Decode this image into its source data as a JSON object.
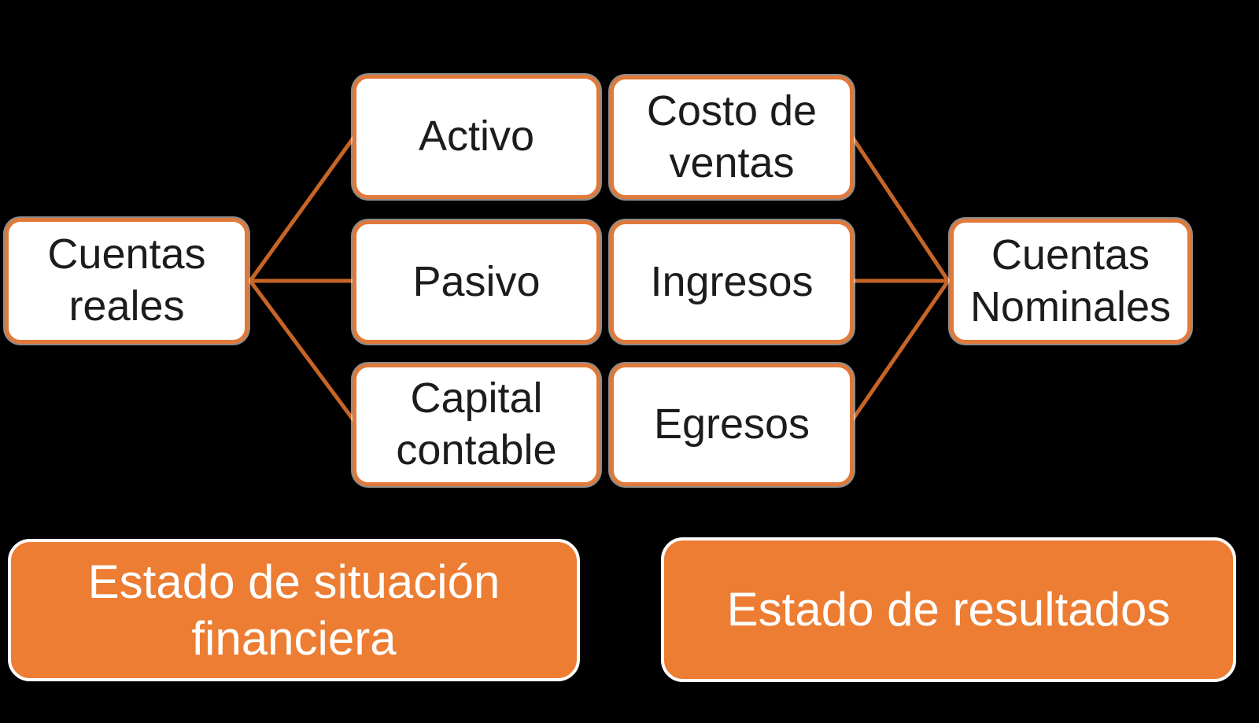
{
  "colors": {
    "background": "#000000",
    "node_fill": "#ffffff",
    "node_border_orange": "#e0793a",
    "node_text": "#1c1c1c",
    "connector_orange": "#c76527",
    "statement_fill": "#ec7d33",
    "statement_border": "#ffffff",
    "statement_text": "#ffffff"
  },
  "nodes": {
    "real": {
      "label": "Cuentas reales"
    },
    "nominal": {
      "label": "Cuentas Nominales"
    },
    "real_children": [
      {
        "label": "Activo"
      },
      {
        "label": "Pasivo"
      },
      {
        "label": "Capital contable"
      }
    ],
    "nominal_children": [
      {
        "label": "Costo de ventas"
      },
      {
        "label": "Ingresos"
      },
      {
        "label": "Egresos"
      }
    ]
  },
  "statements": [
    {
      "label": "Estado de situación financiera"
    },
    {
      "label": "Estado de resultados"
    }
  ]
}
